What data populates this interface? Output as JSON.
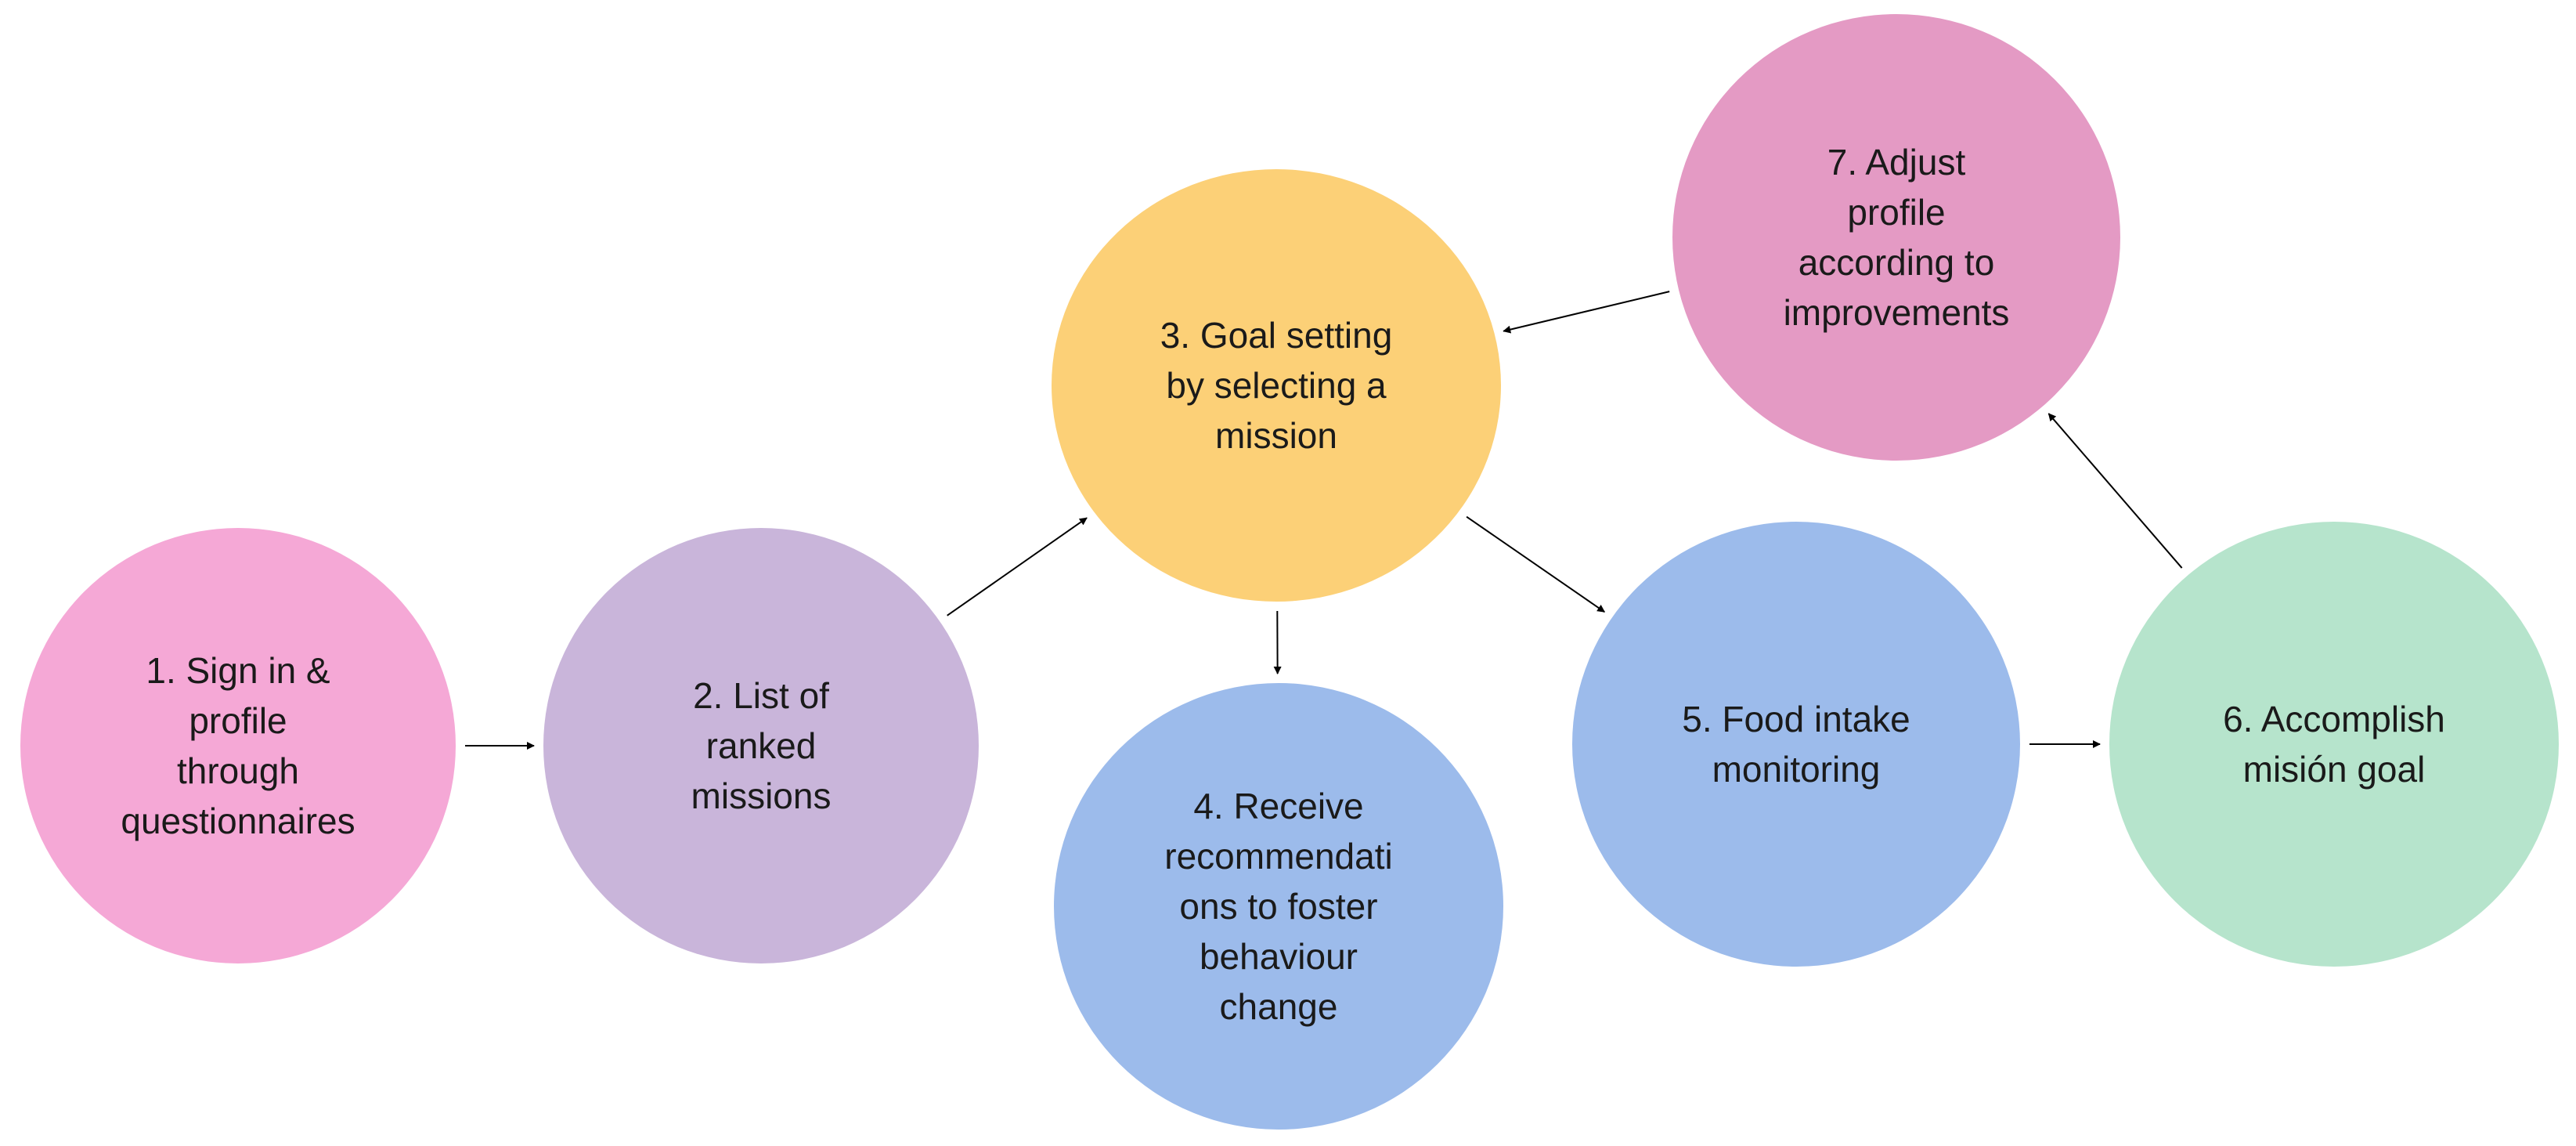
{
  "nodes": [
    {
      "id": "n1",
      "label": "1. Sign in &\nprofile\nthrough\nquestionnaires",
      "color": "#F5A8D6"
    },
    {
      "id": "n2",
      "label": "2. List of\nranked\nmissions",
      "color": "#C9B5DA"
    },
    {
      "id": "n3",
      "label": "3. Goal setting\nby selecting a\nmission",
      "color": "#FCD077"
    },
    {
      "id": "n4",
      "label": "4. Receive\nrecommendati\nons to foster\nbehaviour\nchange",
      "color": "#9CBBEB"
    },
    {
      "id": "n5",
      "label": "5. Food intake\nmonitoring",
      "color": "#9CBBEB"
    },
    {
      "id": "n6",
      "label": "6. Accomplish\nmisión goal",
      "color": "#B6E4CC"
    },
    {
      "id": "n7",
      "label": "7. Adjust\nprofile\naccording to\nimprovements",
      "color": "#E49AC4"
    }
  ],
  "edges": [
    {
      "from": "n1",
      "to": "n2"
    },
    {
      "from": "n2",
      "to": "n3"
    },
    {
      "from": "n3",
      "to": "n4"
    },
    {
      "from": "n3",
      "to": "n5"
    },
    {
      "from": "n5",
      "to": "n6"
    },
    {
      "from": "n6",
      "to": "n7"
    },
    {
      "from": "n7",
      "to": "n3"
    }
  ]
}
